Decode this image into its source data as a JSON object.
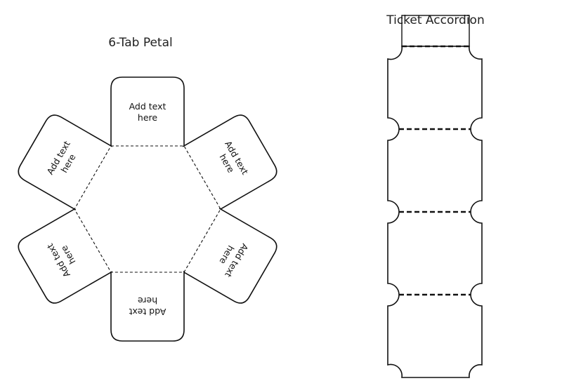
{
  "petal": {
    "title": "6-Tab Petal",
    "tabs": [
      {
        "label_line1": "Add text",
        "label_line2": "here"
      },
      {
        "label_line1": "Add text",
        "label_line2": "here"
      },
      {
        "label_line1": "Add text",
        "label_line2": "here"
      },
      {
        "label_line1": "Add text",
        "label_line2": "here"
      },
      {
        "label_line1": "Add text",
        "label_line2": "here"
      },
      {
        "label_line1": "Add text",
        "label_line2": "here"
      }
    ]
  },
  "ticket": {
    "title": "Ticket Accordion",
    "panel_count": 4
  }
}
